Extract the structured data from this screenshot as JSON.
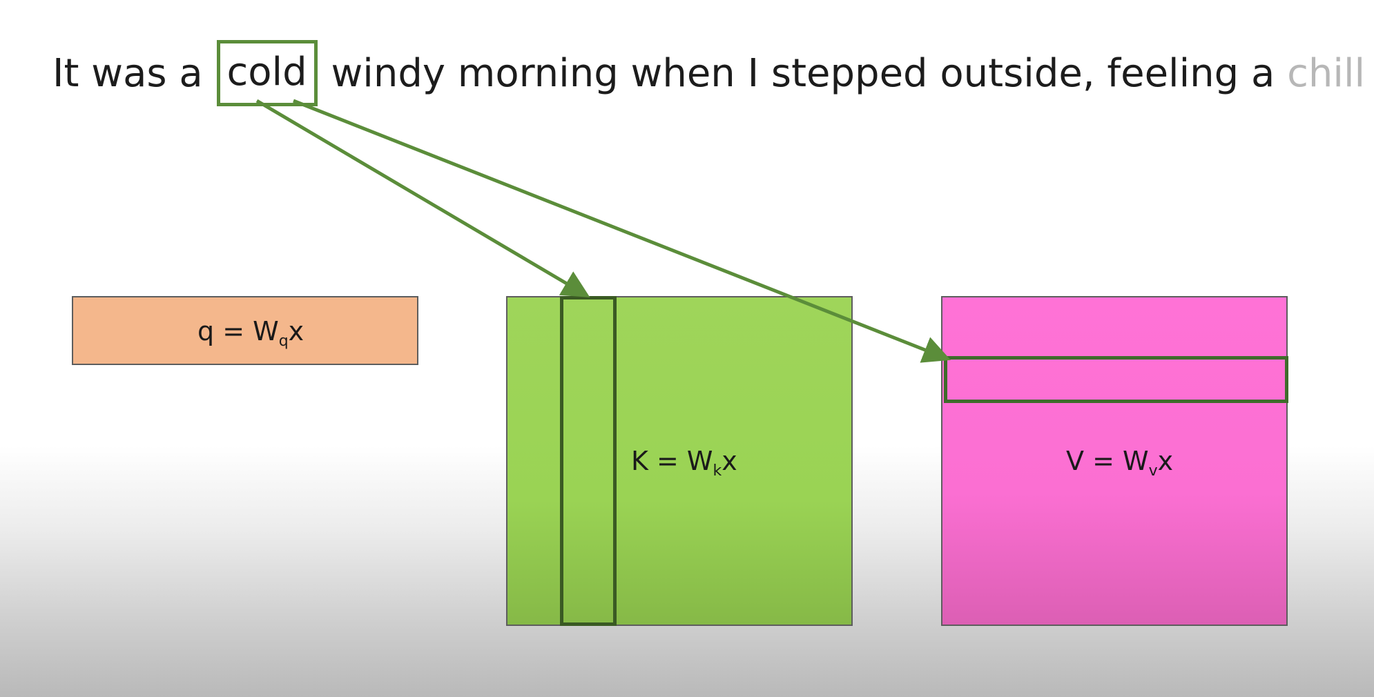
{
  "sentence": {
    "part_before": "It was a",
    "highlighted_word": "cold",
    "part_after": "windy morning when I stepped outside, feeling a",
    "faded_word": "chill"
  },
  "boxes": {
    "q": {
      "lhs": "q = W",
      "sub": "q",
      "rhs": "x"
    },
    "k": {
      "lhs": "K = W",
      "sub": "k",
      "rhs": "x"
    },
    "v": {
      "lhs": "V = W",
      "sub": "v",
      "rhs": "x"
    }
  },
  "colors": {
    "q_box": "#f4b78c",
    "k_box": "#9fd55a",
    "v_box": "#ff72d6",
    "highlight": "#5b8d3a",
    "arrow": "#5b8d3a",
    "faded_text": "#b7b7b7"
  }
}
